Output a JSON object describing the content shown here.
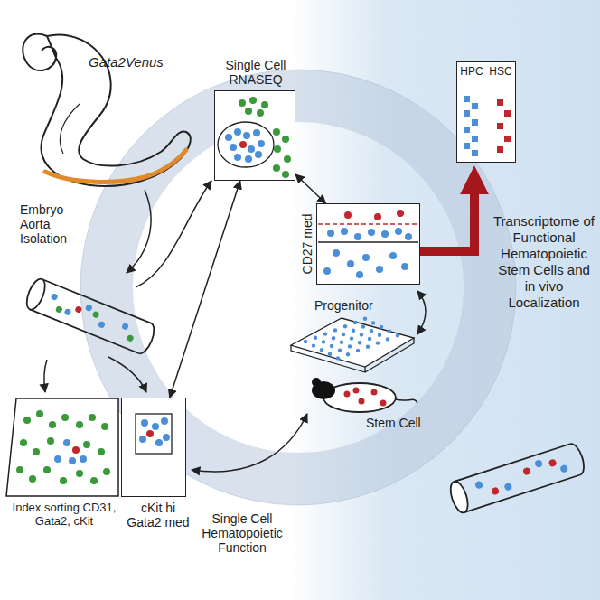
{
  "diagram": {
    "nodes": [
      {
        "text": [
          "Single Cell RNASEQ"
        ]
      },
      {
        "text": [
          "CD27 med"
        ]
      },
      {
        "text": [
          "Index sorting CD31, Gata2, cKit"
        ]
      },
      {
        "text": [
          "cKit hi Gata2 med"
        ]
      },
      {
        "text": [
          "HPC",
          "HSC"
        ]
      }
    ],
    "edges": [
      {
        "from": 0,
        "to": 1,
        "arrow": "both"
      },
      {
        "from": 0,
        "to": 3,
        "arrow": "both"
      },
      {
        "from": 1,
        "to": 4,
        "arrow": "to"
      }
    ],
    "labels": [
      "Gata2Venus",
      "Embryo Aorta Isolation",
      "Single Cell Hematopoietic Function",
      "Progenitor",
      "Stem Cell",
      "Transcriptome of Functional Hematopoietic Stem Cells and in vivo Localization"
    ]
  }
}
